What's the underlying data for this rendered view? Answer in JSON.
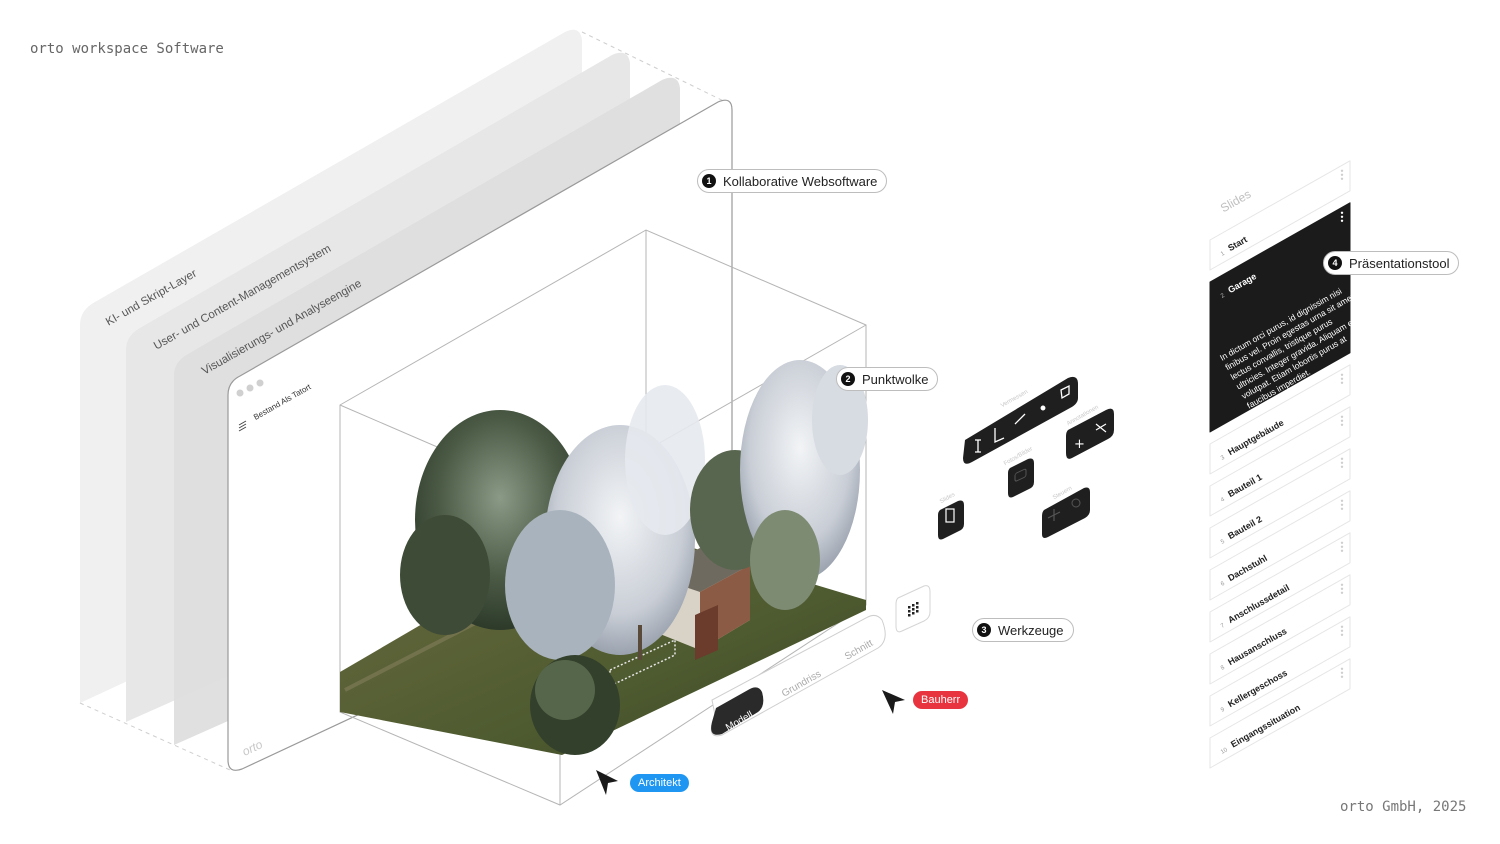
{
  "header": {
    "title": "orto workspace Software"
  },
  "footer": {
    "text": "orto GmbH, 2025"
  },
  "layers": [
    {
      "label": "KI- und Skript-Layer"
    },
    {
      "label": "User- und Content-Managementsystem"
    },
    {
      "label": "Visualisierungs- und Analyseengine"
    }
  ],
  "app_window": {
    "title": "Bestand Als Tatort",
    "logo": "orto"
  },
  "view_tabs": [
    "Modell",
    "Grundriss",
    "Schnitt"
  ],
  "callouts": [
    {
      "number": "1",
      "label": "Kollaborative Websoftware"
    },
    {
      "number": "2",
      "label": "Punktwolke"
    },
    {
      "number": "3",
      "label": "Werkzeuge"
    },
    {
      "number": "4",
      "label": "Präsentationstool"
    }
  ],
  "tool_groups": {
    "measure": "Vermessen",
    "annotate": "Annotationen",
    "photo": "Fotos/Bilder",
    "slides": "Slides",
    "control": "Steuern"
  },
  "users": [
    {
      "label": "Bauherr",
      "color": "#e8343f"
    },
    {
      "label": "Architekt",
      "color": "#1f97f2"
    }
  ],
  "slides_panel": {
    "title": "Slides",
    "items": [
      {
        "num": "1",
        "label": "Start"
      },
      {
        "num": "2",
        "label": "Garage",
        "active": true,
        "text": "In dictum orci purus, id dignissim nisi finibus vel. Proin egestas urna sit amet lectus convallis, tristique purus ultricies. Integer gravida. Aliquam erat volutpat. Etiam lobortis purus at faucibus imperdiet."
      },
      {
        "num": "3",
        "label": "Hauptgebäude"
      },
      {
        "num": "4",
        "label": "Bauteil 1"
      },
      {
        "num": "5",
        "label": "Bauteil 2"
      },
      {
        "num": "6",
        "label": "Dachstuhl"
      },
      {
        "num": "7",
        "label": "Anschlussdetail"
      },
      {
        "num": "8",
        "label": "Hausanschluss"
      },
      {
        "num": "9",
        "label": "Kellergeschoss"
      },
      {
        "num": "10",
        "label": "Eingangssituation"
      }
    ]
  },
  "colors": {
    "accent_dark": "#1b1b1b",
    "layer_fill": "#e9e9e9",
    "line": "#bfbfbf"
  }
}
